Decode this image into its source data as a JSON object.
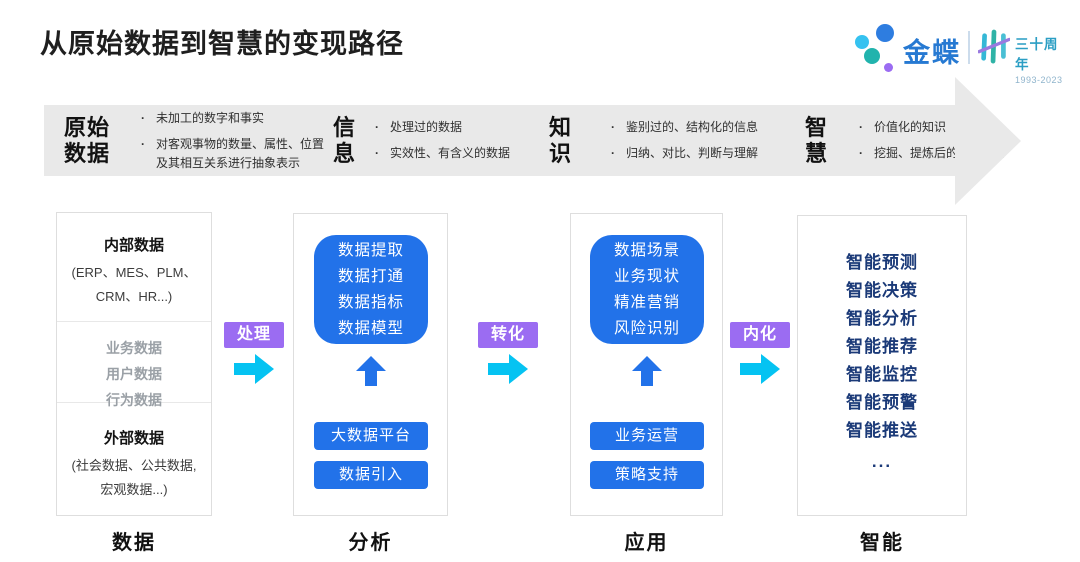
{
  "page": {
    "title": "从原始数据到智慧的变现路径"
  },
  "logo": {
    "brand": "金蝶",
    "anniversary": "三十周年",
    "years": "1993-2023"
  },
  "colors": {
    "accent_blue": "#2272e9",
    "accent_cyan": "#05c3f2",
    "accent_purple": "#9b6cf2",
    "navy_text": "#1b3a78",
    "banner_gray": "#e9e9e9",
    "brand_blue": "#2679d2"
  },
  "banner": {
    "sections": [
      {
        "term_lines": [
          "原始",
          "数据"
        ],
        "bullets": [
          "未加工的数字和事实",
          "对客观事物的数量、属性、位置及其相互关系进行抽象表示"
        ]
      },
      {
        "term_lines": [
          "信",
          "息"
        ],
        "bullets": [
          "处理过的数据",
          "实效性、有含义的数据"
        ]
      },
      {
        "term_lines": [
          "知",
          "识"
        ],
        "bullets": [
          "鉴别过的、结构化的信息",
          "归纳、对比、判断与理解"
        ]
      },
      {
        "term_lines": [
          "智",
          "慧"
        ],
        "bullets": [
          "价值化的知识",
          "挖掘、提炼后的决策能力"
        ]
      }
    ]
  },
  "columns": {
    "data": {
      "internal": {
        "title": "内部数据",
        "lines": [
          "(ERP、MES、PLM、",
          "CRM、HR...)"
        ]
      },
      "middle": {
        "items": [
          "业务数据",
          "用户数据",
          "行为数据"
        ]
      },
      "external": {
        "title": "外部数据",
        "lines": [
          "(社会数据、公共数据,",
          "宏观数据...)"
        ]
      },
      "footer": "数据"
    },
    "analysis": {
      "box_lines": [
        "数据提取",
        "数据打通",
        "数据指标",
        "数据模型"
      ],
      "chips": [
        "大数据平台",
        "数据引入"
      ],
      "footer": "分析"
    },
    "application": {
      "box_lines": [
        "数据场景",
        "业务现状",
        "精准营销",
        "风险识别"
      ],
      "chips": [
        "业务运营",
        "策略支持"
      ],
      "footer": "应用"
    },
    "intelligence": {
      "items": [
        "智能预测",
        "智能决策",
        "智能分析",
        "智能推荐",
        "智能监控",
        "智能预警",
        "智能推送"
      ],
      "more": "...",
      "footer": "智能"
    }
  },
  "connectors": [
    {
      "label": "处理"
    },
    {
      "label": "转化"
    },
    {
      "label": "内化"
    }
  ]
}
